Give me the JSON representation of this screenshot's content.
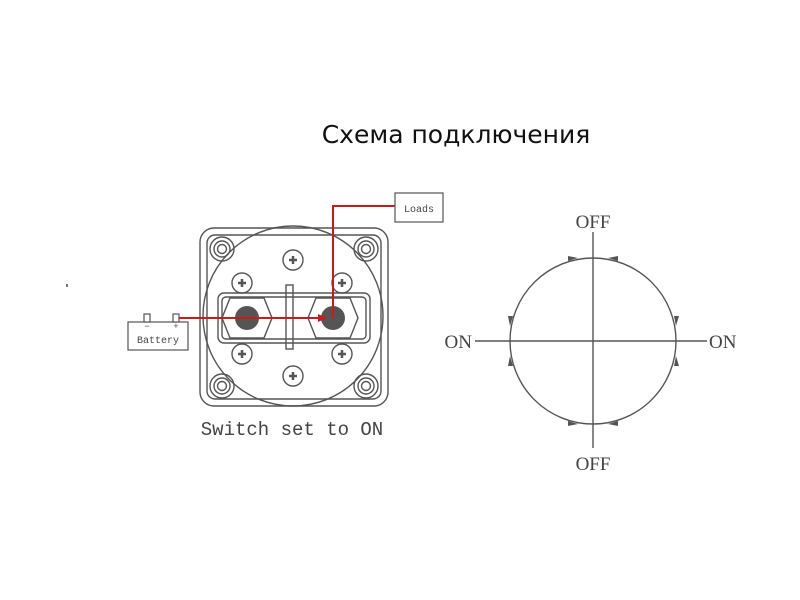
{
  "title": "Схема подключения",
  "colors": {
    "wire": "#cc1a1a",
    "line": "#444444",
    "terminal": "#555555",
    "background": "#ffffff"
  },
  "wiring_diagram": {
    "battery_label": "Battery",
    "battery_minus": "−",
    "battery_plus": "+",
    "loads_label": "Loads",
    "caption": "Switch set to ON"
  },
  "position_dial": {
    "top_label": "OFF",
    "bottom_label": "OFF",
    "left_label": "ON",
    "right_label": "ON"
  }
}
